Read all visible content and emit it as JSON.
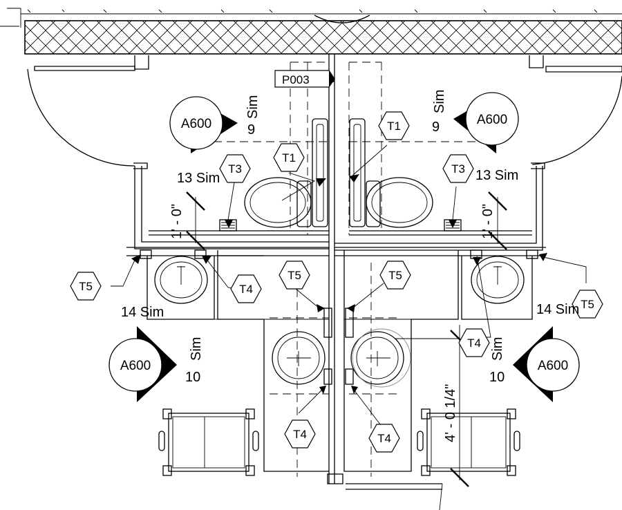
{
  "tags": {
    "p003": "P003",
    "t1": "T1",
    "t3": "T3",
    "t4": "T4",
    "t5": "T5"
  },
  "section_marker": "A600",
  "annotations": {
    "sim": "Sim",
    "nine": "9",
    "ten": "10",
    "thirteen_sim": "13 Sim",
    "fourteen_sim": "14 Sim",
    "dim_one_foot": "1' - 0\"",
    "dim_four_feet": "4' - 0 1/4\""
  }
}
